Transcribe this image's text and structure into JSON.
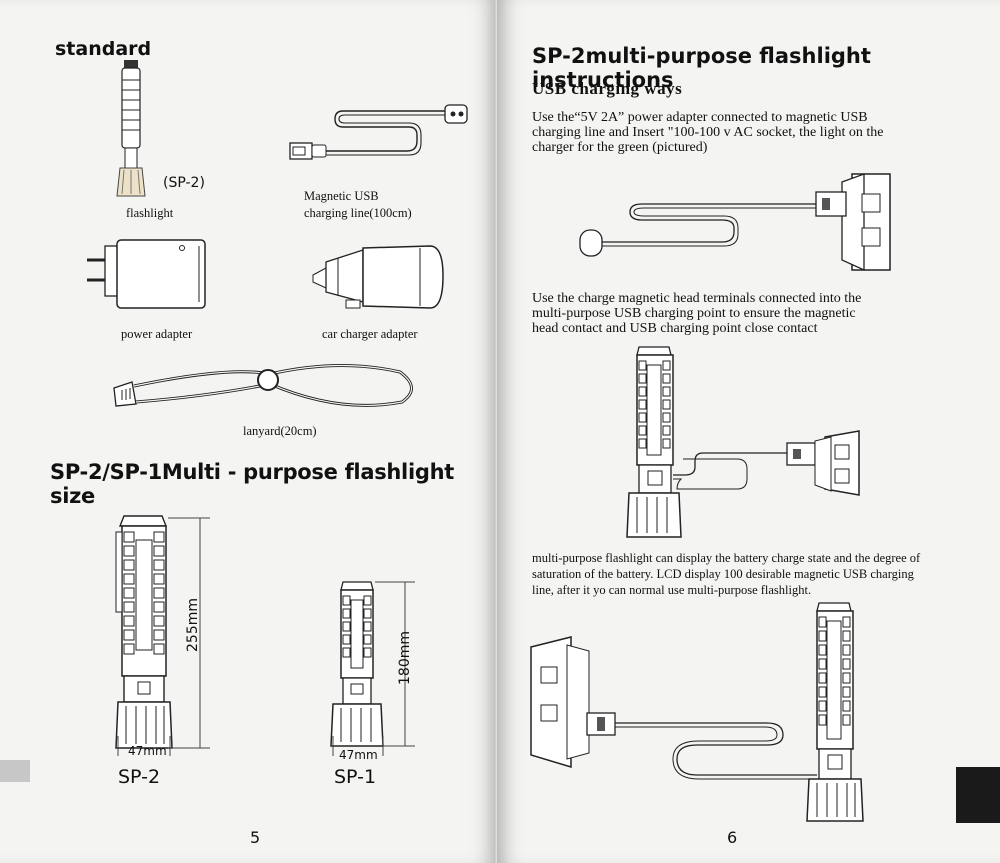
{
  "left_page": {
    "heading_standard": "standard",
    "items": {
      "flashlight_model": "(SP-2)",
      "flashlight": "flashlight",
      "magnetic_usb_line1": "Magnetic USB",
      "magnetic_usb_line2": "charging line(100cm)",
      "power_adapter": "power adapter",
      "car_charger": "car charger adapter",
      "lanyard": "lanyard(20cm)"
    },
    "heading_size": "SP-2/SP-1Multi - purpose flashlight size",
    "sp2": {
      "height": "255mm",
      "width": "47mm",
      "label": "SP-2"
    },
    "sp1": {
      "height": "180mm",
      "width": "47mm",
      "label": "SP-1"
    },
    "page_number": "5"
  },
  "right_page": {
    "heading": "SP-2multi-purpose flashlight instructions",
    "subheading": "USB charging ways",
    "para1": [
      "Use the“5V 2A” power adapter connected to magnetic USB",
      "charging line and Insert \"100-100 v AC socket, the light on the",
      "charger for the green (pictured)"
    ],
    "para2": [
      "Use the charge magnetic head terminals connected into the",
      "multi-purpose USB charging point to ensure the magnetic",
      "head contact and USB charging point close contact"
    ],
    "para3": [
      "multi-purpose flashlight  can display the battery charge state and the degree of",
      "saturation of the battery. LCD display 100 desirable magnetic USB charging",
      "line, after it yo can normal use multi-purpose flashlight."
    ],
    "page_number": "6"
  }
}
